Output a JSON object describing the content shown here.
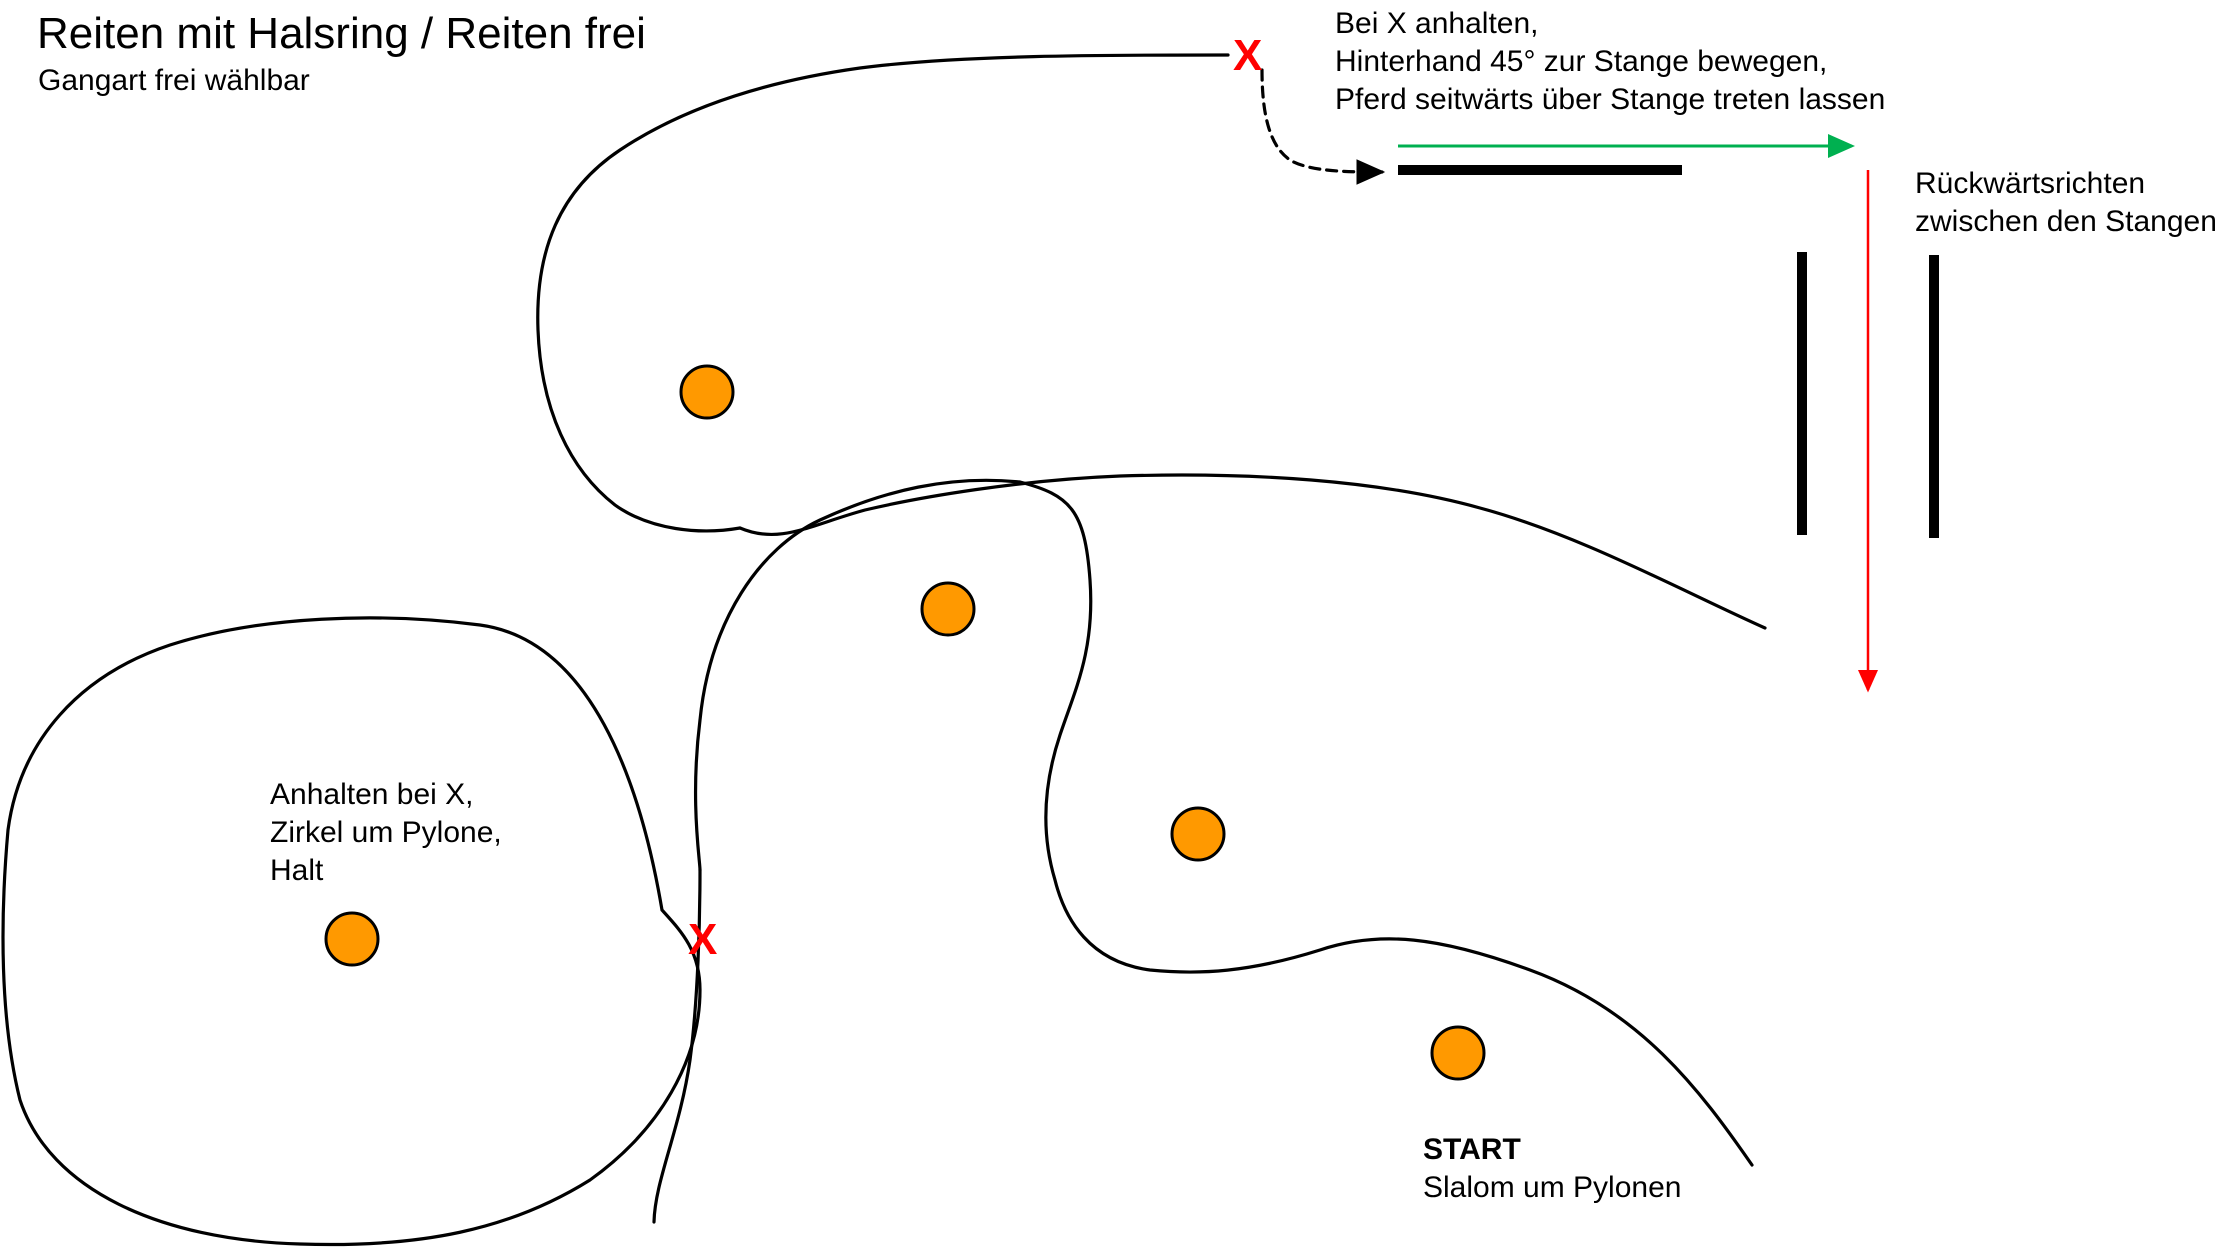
{
  "header": {
    "title": "Reiten mit Halsring / Reiten frei",
    "subtitle": "Gangart frei wählbar"
  },
  "notes": {
    "side_pass": [
      "Bei X anhalten,",
      "Hinterhand 45° zur Stange bewegen,",
      "Pferd seitwärts über Stange treten lassen"
    ],
    "back_up": [
      "Rückwärtsrichten",
      "zwischen den Stangen"
    ],
    "circle": [
      "Anhalten bei X,",
      "Zirkel um Pylone,",
      "Halt"
    ],
    "start": {
      "label": "START",
      "text": "Slalom um Pylonen"
    }
  },
  "markers": {
    "stop_top": "X",
    "stop_left": "X"
  },
  "colors": {
    "pylon": "#ff9900",
    "path": "#000000",
    "stop_marker": "#ff0000",
    "sidepass_arrow": "#00b050",
    "backup_arrow": "#ff0000",
    "pole": "#000000"
  }
}
